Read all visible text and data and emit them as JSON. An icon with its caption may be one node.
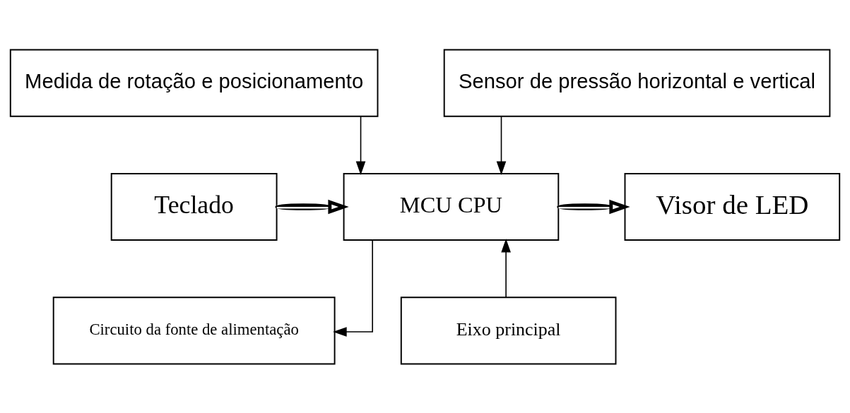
{
  "diagram": {
    "nodes": [
      {
        "text": [
          "Medida de rotação e posicionamento"
        ]
      },
      {
        "text": [
          "Sensor de pressão horizontal e vertical"
        ]
      },
      {
        "text": [
          "Teclado"
        ]
      },
      {
        "text": [
          "MCU CPU"
        ]
      },
      {
        "text": [
          "Visor de LED"
        ]
      },
      {
        "text": [
          "Circuito da fonte de alimentação"
        ]
      },
      {
        "text": [
          "Eixo principal"
        ]
      }
    ],
    "edges": [
      {
        "from": 0,
        "to": 3,
        "arrow": "to"
      },
      {
        "from": 1,
        "to": 3,
        "arrow": "to"
      },
      {
        "from": 2,
        "to": 3,
        "arrow": "to",
        "style": "thick"
      },
      {
        "from": 3,
        "to": 4,
        "arrow": "to",
        "style": "thick"
      },
      {
        "from": 3,
        "to": 5,
        "arrow": "to"
      },
      {
        "from": 6,
        "to": 3,
        "arrow": "to"
      }
    ]
  }
}
